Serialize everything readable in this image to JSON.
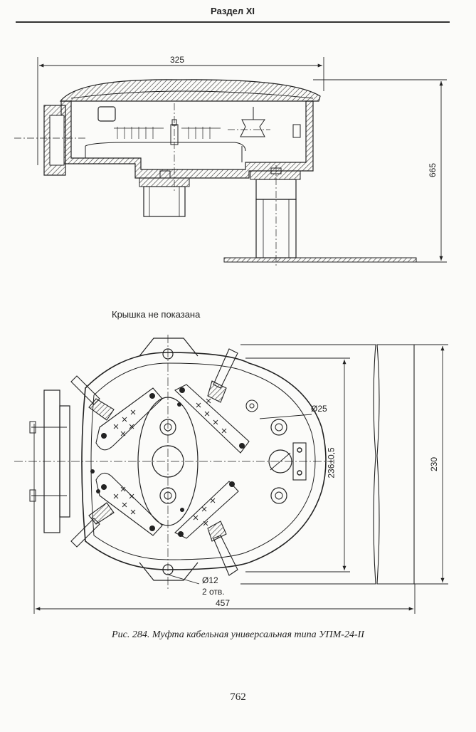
{
  "header": {
    "section": "Раздел XI"
  },
  "top_view": {
    "dim_width": "325",
    "dim_height": "665"
  },
  "plan_view": {
    "note": "Крышка не показана",
    "dim_diameter_25": "Ø25",
    "dim_236": "236±0,5",
    "dim_230": "230",
    "dim_hole": "Ø12",
    "dim_hole_count": "2 отв.",
    "dim_457": "457"
  },
  "caption": "Рис. 284. Муфта кабельная универсальная типа УПМ-24-II",
  "page_number": "762"
}
